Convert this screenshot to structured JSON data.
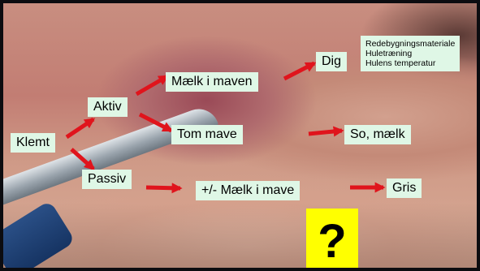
{
  "nodes": {
    "klemt": "Klemt",
    "aktiv": "Aktiv",
    "passiv": "Passiv",
    "maelk_i_maven": "Mælk i maven",
    "tom_mave": "Tom mave",
    "maelk_i_mave_plusminus": "+/- Mælk i mave",
    "dig": "Dig",
    "so_maelk": "So, mælk",
    "gris": "Gris"
  },
  "factors": [
    "Redebygningsmateriale",
    "Huletræning",
    "Hulens temperatur"
  ],
  "question_mark": "?",
  "colors": {
    "box_bg": "#dff7e6",
    "arrow": "#e0141c",
    "question_bg": "#ffff00",
    "frame": "#0c0c10"
  },
  "background": "photo of an opened piglet carcass with a knife"
}
